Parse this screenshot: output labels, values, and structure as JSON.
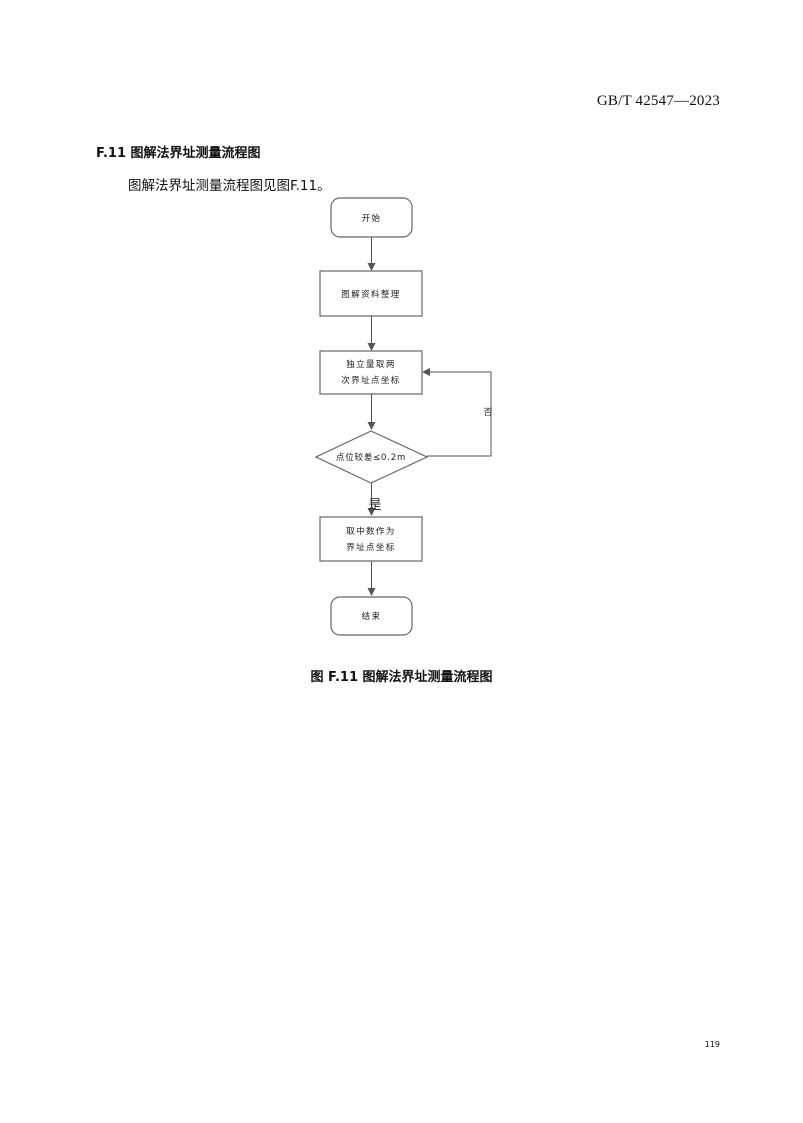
{
  "header": {
    "standard_number": "GB/T 42547—2023"
  },
  "section": {
    "heading": "F.11  图解法界址测量流程图",
    "intro": "图解法界址测量流程图见图F.11。"
  },
  "flowchart": {
    "nodes": {
      "start": {
        "label": "开始"
      },
      "process1": {
        "label": "图解资料整理"
      },
      "process2": {
        "line1": "独立量取两",
        "line2": "次界址点坐标"
      },
      "decision": {
        "label": "点位较差≤0.2m"
      },
      "process3": {
        "line1": "取中数作为",
        "line2": "界址点坐标"
      },
      "end": {
        "label": "结束"
      }
    },
    "edges": {
      "no_label": "否",
      "yes_label": "是"
    },
    "colors": {
      "stroke": "#555555",
      "fill": "#ffffff"
    }
  },
  "figure": {
    "caption": "图 F.11  图解法界址测量流程图"
  },
  "footer": {
    "page_number": "119"
  }
}
